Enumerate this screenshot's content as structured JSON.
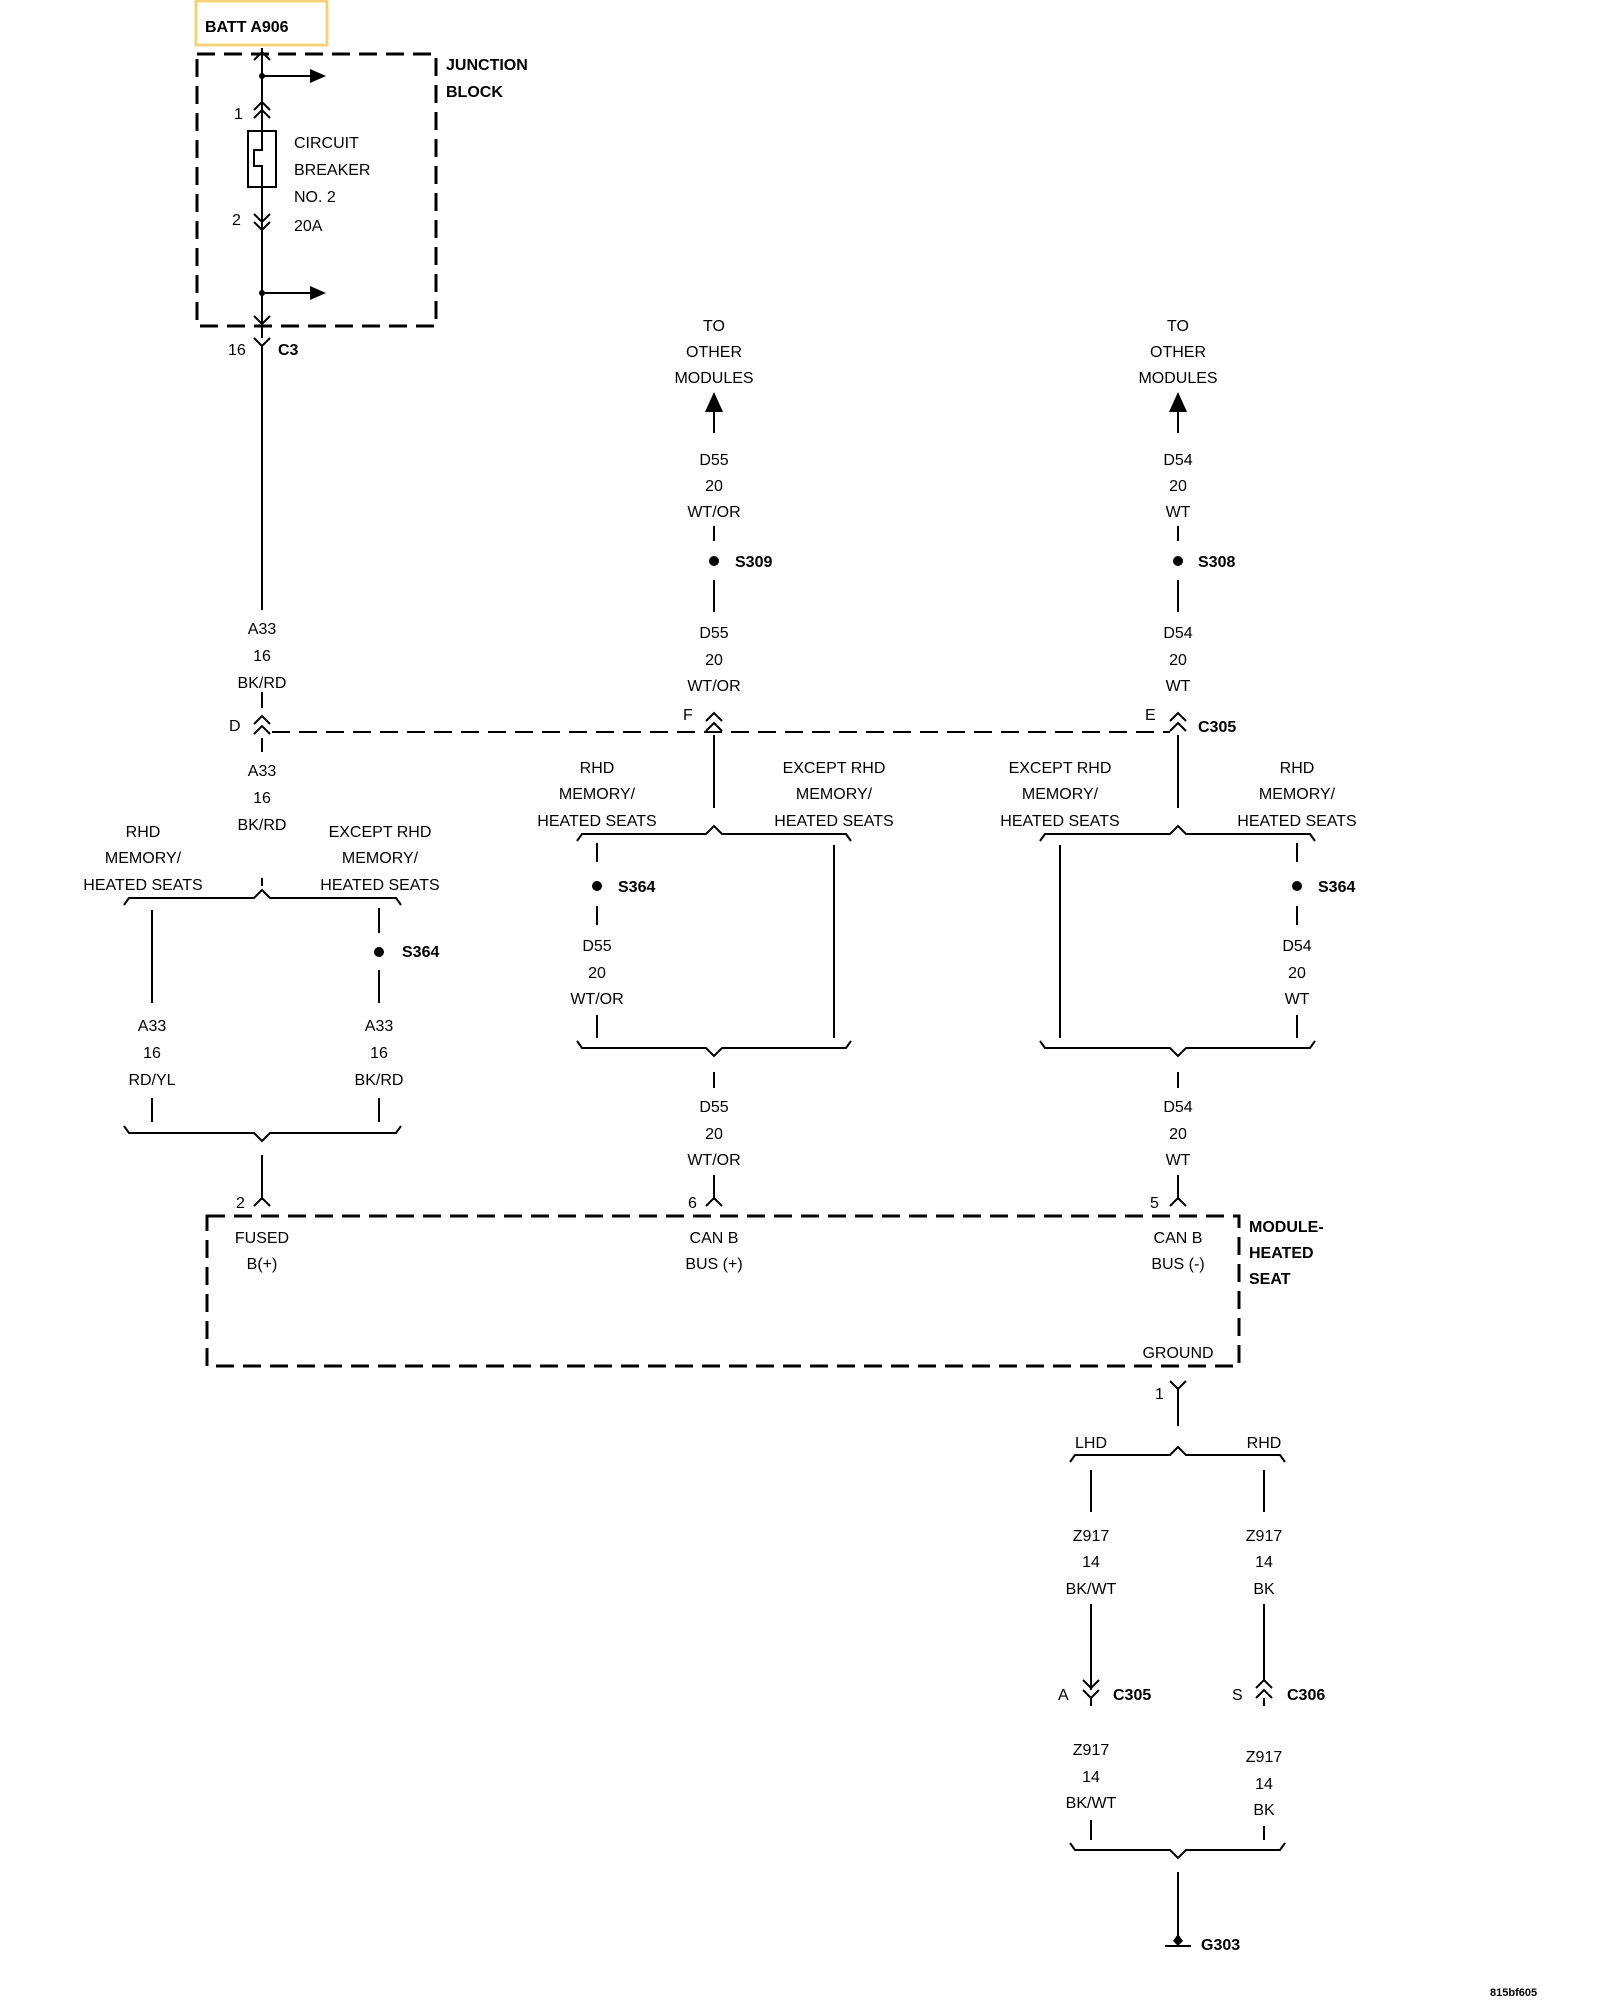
{
  "source": {
    "label": "BATT A906",
    "highlight_color": "#f3d37a"
  },
  "junction_block": {
    "title_line1": "JUNCTION",
    "title_line2": "BLOCK",
    "pin_top": "1",
    "pin_bottom": "2",
    "breaker_line1": "CIRCUIT",
    "breaker_line2": "BREAKER",
    "breaker_line3": "NO. 2",
    "breaker_line4": "20A",
    "out_pin": "16",
    "out_connector": "C3"
  },
  "to_other_modules": [
    {
      "line1": "TO",
      "line2": "OTHER",
      "line3": "MODULES"
    },
    {
      "line1": "TO",
      "line2": "OTHER",
      "line3": "MODULES"
    }
  ],
  "splices": {
    "s309": "S309",
    "s308": "S308",
    "s364_a": "S364",
    "s364_b": "S364",
    "s364_c": "S364"
  },
  "wires": {
    "d55_upper": {
      "circuit": "D55",
      "gauge": "20",
      "color": "WT/OR"
    },
    "d54_upper": {
      "circuit": "D54",
      "gauge": "20",
      "color": "WT"
    },
    "d55_mid": {
      "circuit": "D55",
      "gauge": "20",
      "color": "WT/OR"
    },
    "d54_mid": {
      "circuit": "D54",
      "gauge": "20",
      "color": "WT"
    },
    "a33_upper": {
      "circuit": "A33",
      "gauge": "16",
      "color": "BK/RD"
    },
    "a33_lower": {
      "circuit": "A33",
      "gauge": "16",
      "color": "BK/RD"
    },
    "a33_rhd": {
      "circuit": "A33",
      "gauge": "16",
      "color": "RD/YL"
    },
    "a33_except": {
      "circuit": "A33",
      "gauge": "16",
      "color": "BK/RD"
    },
    "d55_branch": {
      "circuit": "D55",
      "gauge": "20",
      "color": "WT/OR"
    },
    "d54_branch": {
      "circuit": "D54",
      "gauge": "20",
      "color": "WT"
    },
    "d55_module": {
      "circuit": "D55",
      "gauge": "20",
      "color": "WT/OR"
    },
    "d54_module": {
      "circuit": "D54",
      "gauge": "20",
      "color": "WT"
    },
    "z917_lhd_upper": {
      "circuit": "Z917",
      "gauge": "14",
      "color": "BK/WT"
    },
    "z917_rhd_upper": {
      "circuit": "Z917",
      "gauge": "14",
      "color": "BK"
    },
    "z917_lhd_lower": {
      "circuit": "Z917",
      "gauge": "14",
      "color": "BK/WT"
    },
    "z917_rhd_lower": {
      "circuit": "Z917",
      "gauge": "14",
      "color": "BK"
    }
  },
  "c305": {
    "pin_d": "D",
    "pin_f": "F",
    "pin_e": "E",
    "name": "C305"
  },
  "options": {
    "rhd_line1": "RHD",
    "memory": "MEMORY/",
    "heated_seats": "HEATED SEATS",
    "except_rhd": "EXCEPT RHD"
  },
  "module": {
    "title_line1": "MODULE-",
    "title_line2": "HEATED",
    "title_line3": "SEAT",
    "pin_2": "2",
    "pin_6": "6",
    "pin_5": "5",
    "pin_1": "1",
    "fused_line1": "FUSED",
    "fused_line2": "B(+)",
    "canp_line1": "CAN B",
    "canp_line2": "BUS (+)",
    "cann_line1": "CAN B",
    "cann_line2": "BUS (-)",
    "ground": "GROUND"
  },
  "ground_branch": {
    "lhd": "LHD",
    "rhd": "RHD"
  },
  "lower_connectors": {
    "c305_pin": "A",
    "c305_name": "C305",
    "c306_pin": "S",
    "c306_name": "C306"
  },
  "ground_point": "G303",
  "figure_id": "815bf605"
}
